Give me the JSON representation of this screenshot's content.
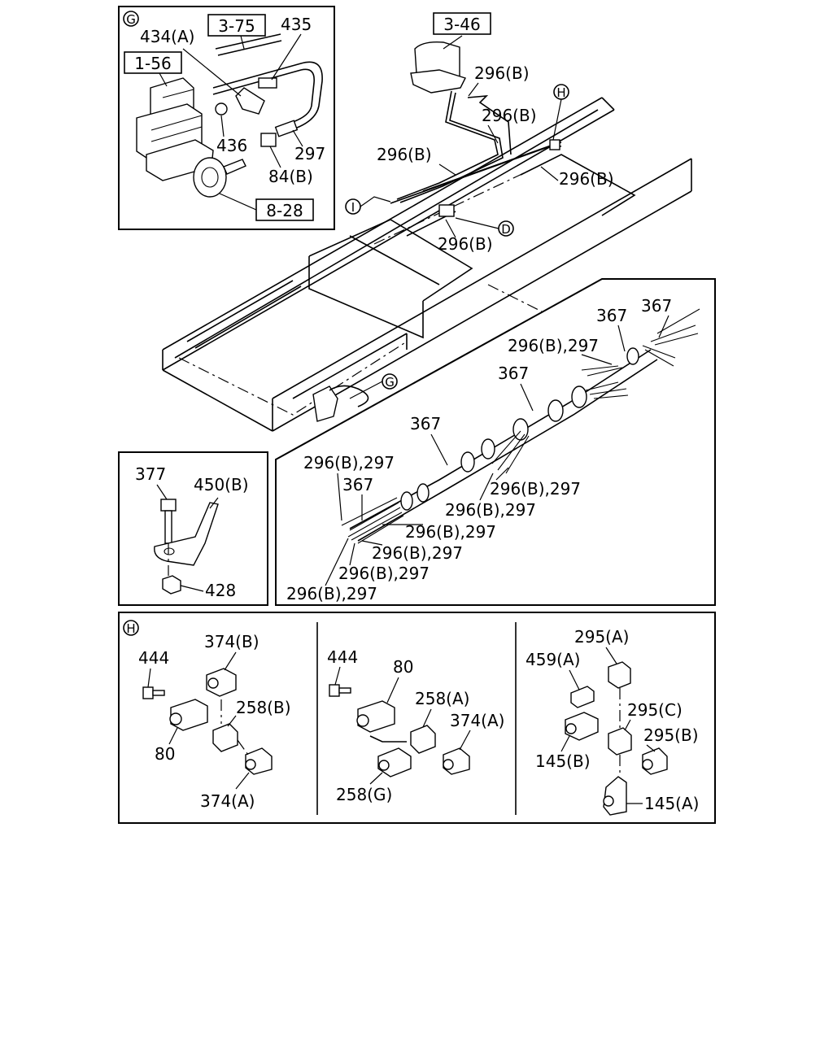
{
  "panels": {
    "g": {
      "marker": "G",
      "refs": [
        "3-75",
        "1-56",
        "8-28"
      ],
      "labels": [
        "434(A)",
        "435",
        "436",
        "297",
        "84(B)"
      ]
    },
    "main": {
      "ref": "3-46",
      "markers": [
        "H",
        "I",
        "D",
        "G"
      ],
      "labels": [
        "296(B)",
        "296(B)",
        "296(B)",
        "296(B)",
        "296(B)"
      ]
    },
    "bracket": {
      "labels": [
        "377",
        "450(B)",
        "428"
      ]
    },
    "harness": {
      "labels": [
        "367",
        "367",
        "296(B),297",
        "367",
        "367",
        "296(B),297",
        "367",
        "296(B),297",
        "296(B),297",
        "296(B),297",
        "296(B),297",
        "296(B),297",
        "296(B),297"
      ]
    },
    "h": {
      "marker": "H",
      "col1": [
        "444",
        "374(B)",
        "258(B)",
        "80",
        "374(A)"
      ],
      "col2": [
        "444",
        "80",
        "258(A)",
        "374(A)",
        "258(G)"
      ],
      "col3": [
        "295(A)",
        "459(A)",
        "295(C)",
        "295(B)",
        "145(B)",
        "145(A)"
      ]
    }
  }
}
